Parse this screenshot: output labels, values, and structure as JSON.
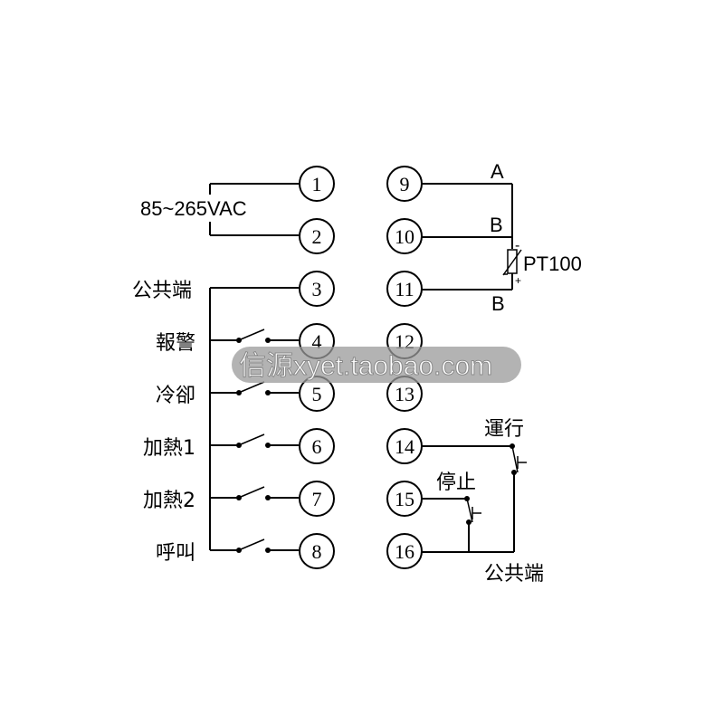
{
  "diagram": {
    "terminals": [
      "1",
      "2",
      "3",
      "4",
      "5",
      "6",
      "7",
      "8",
      "9",
      "10",
      "11",
      "12",
      "13",
      "14",
      "15",
      "16"
    ],
    "power_label": "85~265VAC",
    "left_labels": {
      "common": "公共端",
      "alarm": "報警",
      "cooling": "冷卻",
      "heating1": "加熱1",
      "heating2": "加熱2",
      "call": "呼叫"
    },
    "sensor": {
      "name": "PT100",
      "wire_a": "A",
      "wire_b_top": "B",
      "wire_b_bottom": "B",
      "minus": "-",
      "plus": "+"
    },
    "right_labels": {
      "run": "運行",
      "stop": "停止",
      "common": "公共端"
    }
  },
  "watermark": "信源xyet.taobao.com"
}
